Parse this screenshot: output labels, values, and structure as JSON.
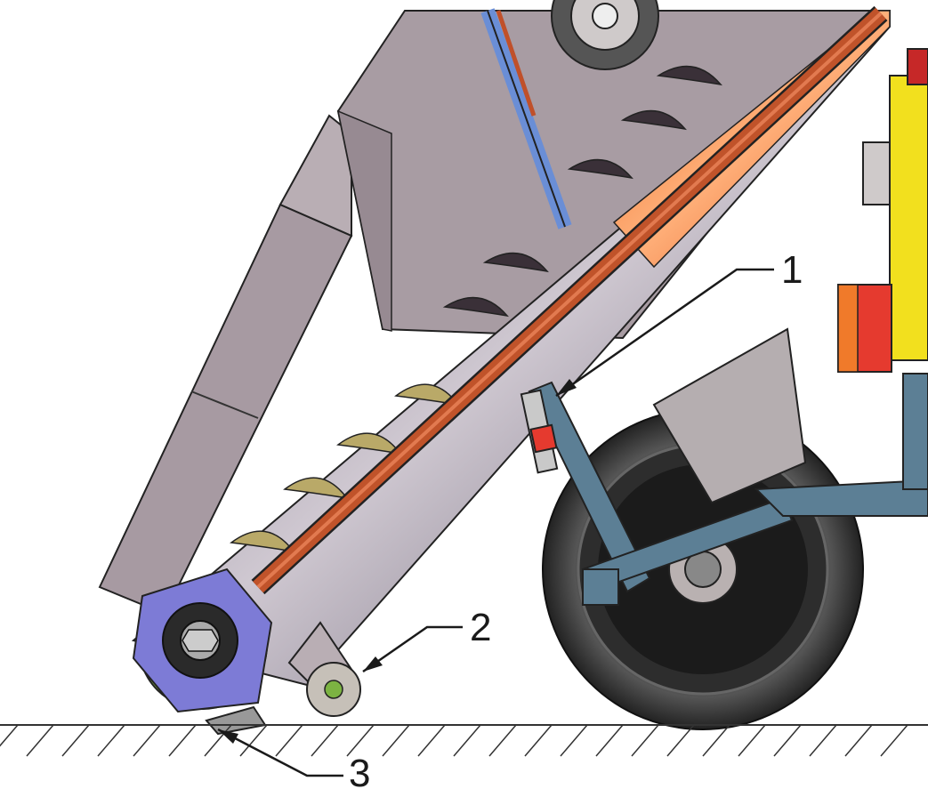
{
  "callouts": [
    {
      "id": "1",
      "label": "1"
    },
    {
      "id": "2",
      "label": "2"
    },
    {
      "id": "3",
      "label": "3"
    }
  ],
  "colors": {
    "background": "#ffffff",
    "hopper": "#a89ca3",
    "hopper_dark": "#8f8289",
    "tube": "#8a7f92",
    "tube_dark": "#5a5262",
    "auger_shaft": "#b8461f",
    "auger_orange": "#f07a2a",
    "flight": "#c9b86a",
    "frame": "#5c7f95",
    "tire": "#2a2a2a",
    "hub": "#b9b1b1",
    "gearbox": "#7d7bd6",
    "gear_ring": "#8bc34a",
    "yellow_body": "#f2e01e",
    "red_block": "#e53a2f",
    "cylinder_blue": "#6a8ed6",
    "ground_hatch": "#333333"
  }
}
